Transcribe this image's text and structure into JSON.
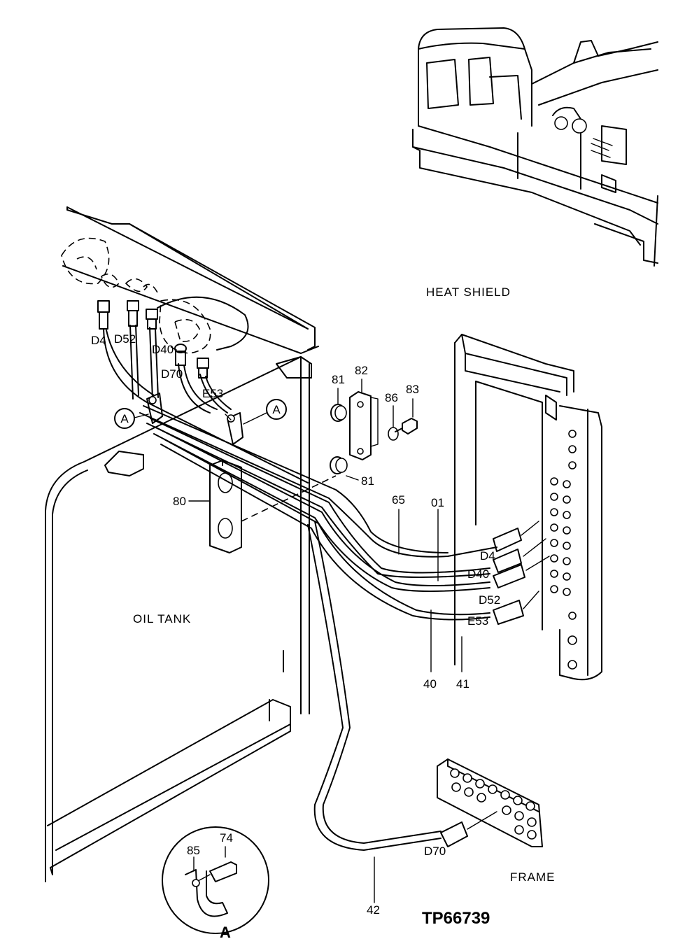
{
  "labels": {
    "heat_shield": "HEAT SHIELD",
    "oil_tank": "OIL TANK",
    "frame": "FRAME",
    "drawing_id": "TP66739",
    "detail_letter": "A",
    "callout_left": "A",
    "callout_right": "A"
  },
  "ports_top": {
    "d4": "D4",
    "d52": "D52",
    "d40": "D40",
    "d70": "D70",
    "e53": "E53"
  },
  "ports_right": {
    "d4": "D4",
    "d40": "D40",
    "d52": "D52",
    "e53": "E53",
    "d70": "D70"
  },
  "part_numbers": {
    "p81_top": "81",
    "p82": "82",
    "p86": "86",
    "p83": "83",
    "p81_bottom": "81",
    "p80": "80",
    "p65": "65",
    "p01": "01",
    "p40": "40",
    "p41": "41",
    "p42": "42",
    "p85": "85",
    "p74": "74"
  }
}
